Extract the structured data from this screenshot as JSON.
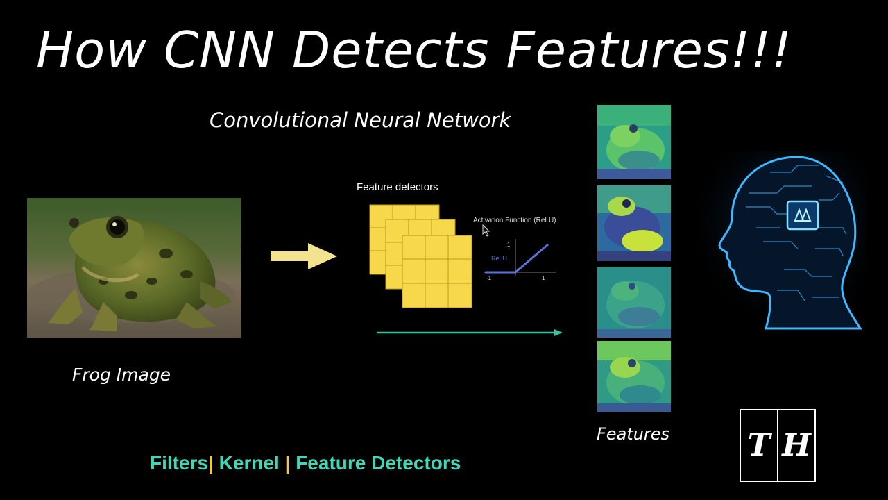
{
  "title": "How CNN Detects Features!!!",
  "subtitle": "Convolutional Neural Network",
  "input": {
    "label": "Frog Image",
    "icon": "frog-photo"
  },
  "detectors": {
    "label": "Feature detectors",
    "activation_label": "Activation Function (ReLU)",
    "relu_label": "ReLU",
    "relu_y_tick": "1",
    "relu_x_min": "-1",
    "relu_x_max": "1",
    "grid_color": "#f7d84a"
  },
  "features": {
    "label": "Features",
    "map_count_shown": 4
  },
  "caption": {
    "part1": "Filters",
    "sep1": "|",
    "part2": " Kernel ",
    "sep2": "|",
    "part3": " Feature Detectors",
    "text_color": "#3fd7b7",
    "separator_color": "#f2c84b"
  },
  "logo": {
    "left": "T",
    "right": "H"
  },
  "colors": {
    "background": "#000000",
    "arrow": "#f3e38f",
    "teal_arrow": "#2fc6a4",
    "relu_line": "#5b73d6"
  }
}
